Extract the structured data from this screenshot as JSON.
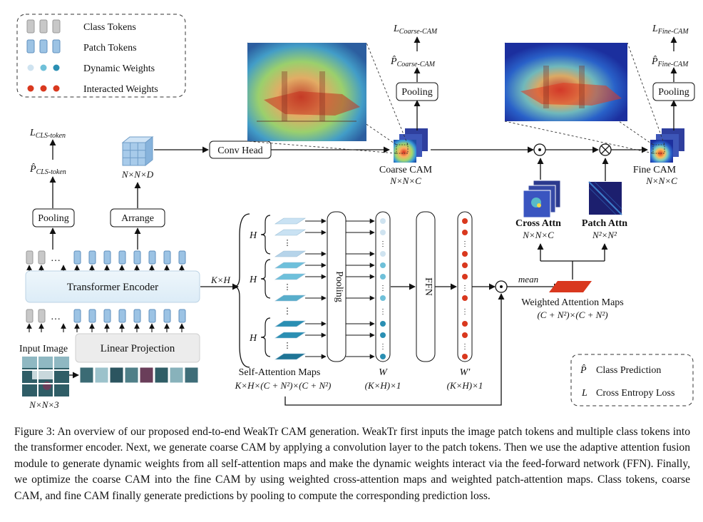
{
  "legend": {
    "class_tokens": "Class Tokens",
    "patch_tokens": "Patch Tokens",
    "dynamic_weights": "Dynamic Weights",
    "interacted_weights": "Interacted Weights"
  },
  "left_branch": {
    "loss_label": "L",
    "loss_sub": "CLS-token",
    "pred_label": "P̂",
    "pred_sub": "CLS-token",
    "pooling": "Pooling",
    "arrange": "Arrange",
    "nnd": "N×N×D",
    "transformer_encoder": "Transformer Encoder",
    "linear_projection": "Linear Projection",
    "input_image": "Input Image",
    "input_dims": "N×N×3",
    "kxh": "K×H"
  },
  "conv_head": "Conv Head",
  "coarse": {
    "loss_label": "L",
    "loss_sub": "Coarse-CAM",
    "pred_label": "P̂",
    "pred_sub": "Coarse-CAM",
    "pooling": "Pooling",
    "cam_label": "Coarse CAM",
    "cam_dims": "N×N×C"
  },
  "fine": {
    "loss_label": "L",
    "loss_sub": "Fine-CAM",
    "pred_label": "P̂",
    "pred_sub": "Fine-CAM",
    "pooling": "Pooling",
    "cam_label": "Fine CAM",
    "cam_dims": "N×N×C"
  },
  "attention": {
    "h": "H",
    "pooling": "Pooling",
    "ffn": "FFN",
    "self_attn_maps": "Self-Attention Maps",
    "self_attn_dims": "K×H×(C + N²)×(C + N²)",
    "w": "W",
    "w_dims": "(K×H)×1",
    "w_prime": "W′",
    "w_prime_dims": "(K×H)×1",
    "mean": "mean",
    "weighted_maps": "Weighted Attention Maps",
    "weighted_dims": "(C + N²)×(C + N²)",
    "cross_attn": "Cross Attn",
    "cross_attn_dims": "N×N×C",
    "patch_attn": "Patch Attn",
    "patch_attn_dims": "N²×N²"
  },
  "notation": {
    "p_symbol": "P̂",
    "p_text": "Class Prediction",
    "l_symbol": "L",
    "l_text": "Cross Entropy Loss"
  },
  "caption": "Figure 3: An overview of our proposed end-to-end WeakTr CAM generation. WeakTr first inputs the image patch tokens and multiple class tokens into the transformer encoder. Next, we generate coarse CAM by applying a convolution layer to the patch tokens. Then we use the adaptive attention fusion module to generate dynamic weights from all self-attention maps and make the dynamic weights interact via the feed-forward network (FFN). Finally, we optimize the coarse CAM into the fine CAM by using weighted cross-attention maps and weighted patch-attention maps. Class tokens, coarse CAM, and fine CAM finally generate predictions by pooling to compute the corresponding prediction loss.",
  "colors": {
    "class_token": "#c8c8c8",
    "patch_token": "#9cc3e4",
    "dyn_light": "#cfe3f0",
    "dyn_mid": "#6fc0d9",
    "dyn_dark": "#2a8fb3",
    "interacted": "#d9381e"
  }
}
